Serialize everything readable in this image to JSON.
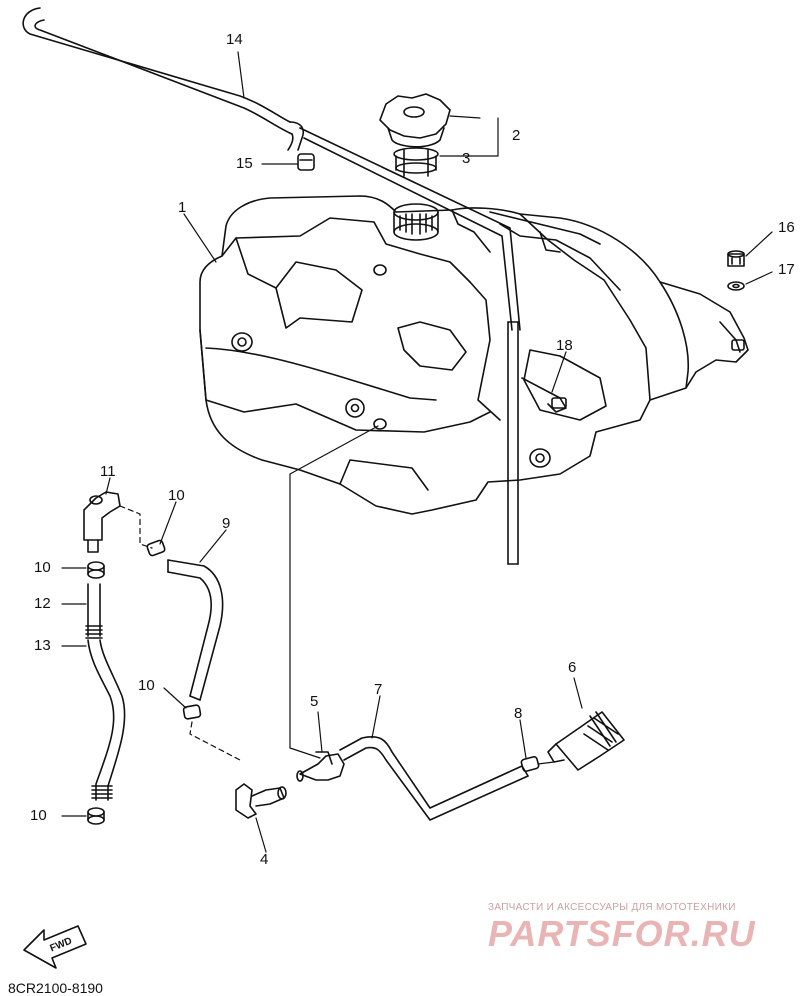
{
  "labels": {
    "p1": "1",
    "p2": "2",
    "p3": "3",
    "p4": "4",
    "p5": "5",
    "p6": "6",
    "p7": "7",
    "p8": "8",
    "p9": "9",
    "p10a": "10",
    "p10b": "10",
    "p10c": "10",
    "p10d": "10",
    "p11": "11",
    "p12": "12",
    "p13": "13",
    "p14": "14",
    "p15": "15",
    "p16": "16",
    "p17": "17",
    "p18": "18"
  },
  "fwd_label": "FWD",
  "part_code": "8CR2100-8190",
  "watermark": {
    "tagline": "ЗАПЧАСТИ И АКСЕССУАРЫ ДЛЯ МОТОТЕХНИКИ",
    "brand": "PARTSFOR.RU"
  },
  "colors": {
    "line": "#111111",
    "watermark": "#e8b4b4"
  }
}
